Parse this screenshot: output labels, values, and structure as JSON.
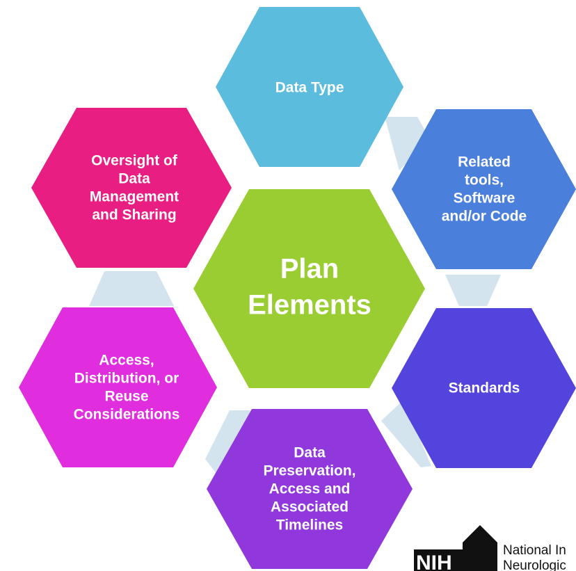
{
  "center": {
    "lines": [
      "Plan",
      "Elements"
    ]
  },
  "elements": [
    {
      "id": "data-type",
      "lines": [
        "Data Type"
      ]
    },
    {
      "id": "related-tools",
      "lines": [
        "Related",
        "tools,",
        "Software",
        "and/or Code"
      ]
    },
    {
      "id": "standards",
      "lines": [
        "Standards"
      ]
    },
    {
      "id": "data-preservation",
      "lines": [
        "Data",
        "Preservation,",
        "Access and",
        "Associated",
        "Timelines"
      ]
    },
    {
      "id": "access-distribution",
      "lines": [
        "Access,",
        "Distribution, or",
        "Reuse",
        "Considerations"
      ]
    },
    {
      "id": "oversight",
      "lines": [
        "Oversight of",
        "Data",
        "Management",
        "and Sharing"
      ]
    }
  ],
  "colors": {
    "center": "#9ACD32",
    "data_type": "#5BBCDD",
    "related_tools": "#4A7FDB",
    "standards": "#5444DE",
    "data_preservation": "#9138DC",
    "access_distribution": "#E02DDE",
    "oversight": "#E81E82",
    "connector": "#D3E4EE"
  },
  "logo": {
    "mark": "NIH",
    "text_line_1": "National In",
    "text_line_2": "Neurologic"
  }
}
